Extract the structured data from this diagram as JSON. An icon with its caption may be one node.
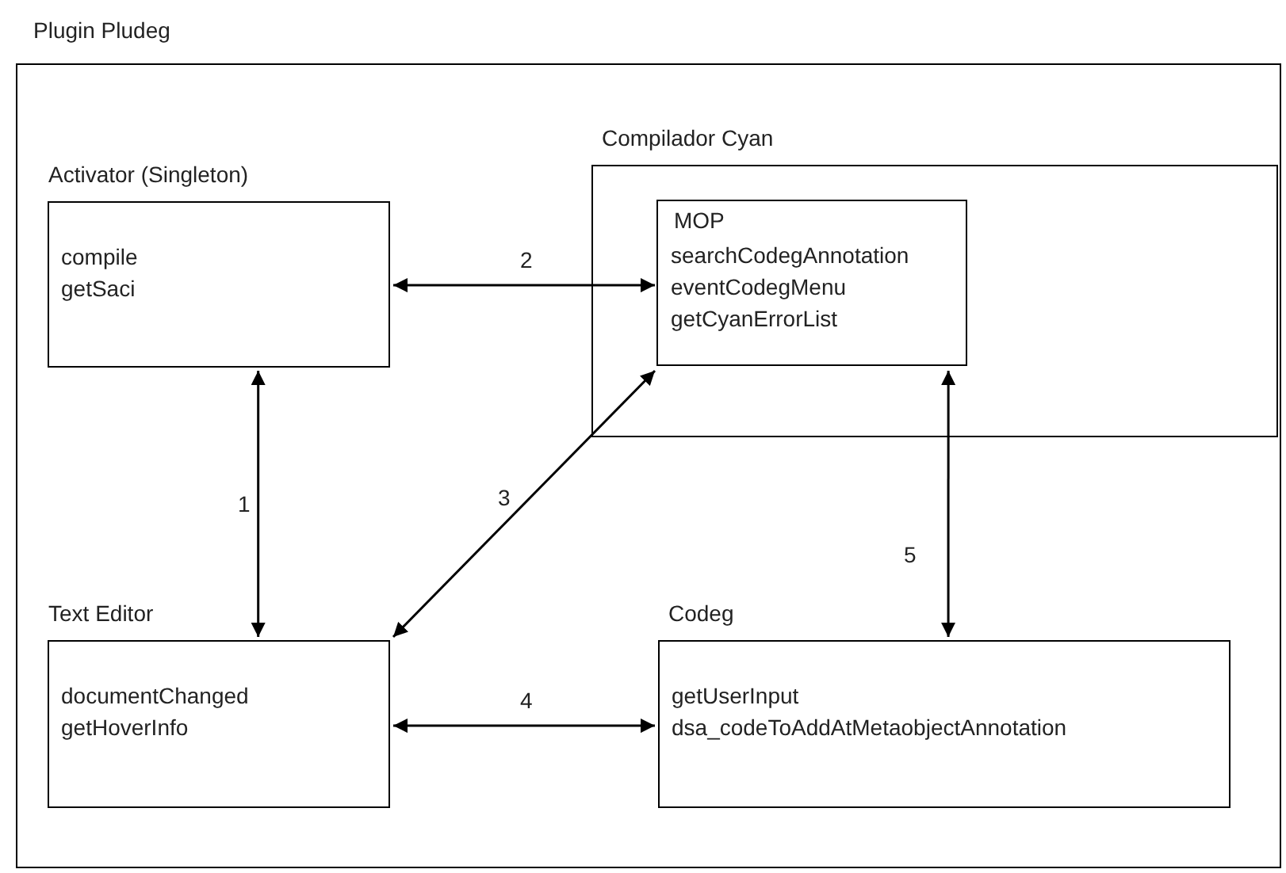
{
  "diagram": {
    "nodes": [
      {
        "text": [
          "Plugin Pludeg"
        ]
      },
      {
        "text": [
          "Activator (Singleton)",
          "compile getSaci"
        ],
        "in": 0
      },
      {
        "text": [
          "Compilador Cyan"
        ],
        "in": 0
      },
      {
        "text": [
          "MOP",
          "searchCodegAnnotation eventCodegMenu getCyanErrorList"
        ],
        "in": 2
      },
      {
        "text": [
          "Text Editor",
          "documentChanged getHoverInfo"
        ],
        "in": 0
      },
      {
        "text": [
          "Codeg",
          "getUserInput dsa_codeToAddAtMetaobjectAnnotation"
        ],
        "in": 0
      }
    ],
    "edges": [
      {
        "from": 1,
        "to": 4,
        "arrow": "both",
        "label": "1"
      },
      {
        "from": 1,
        "to": 3,
        "arrow": "both",
        "label": "2"
      },
      {
        "from": 3,
        "to": 4,
        "arrow": "both",
        "label": "3"
      },
      {
        "from": 4,
        "to": 5,
        "arrow": "both",
        "label": "4"
      },
      {
        "from": 3,
        "to": 5,
        "arrow": "both",
        "label": "5"
      }
    ]
  }
}
